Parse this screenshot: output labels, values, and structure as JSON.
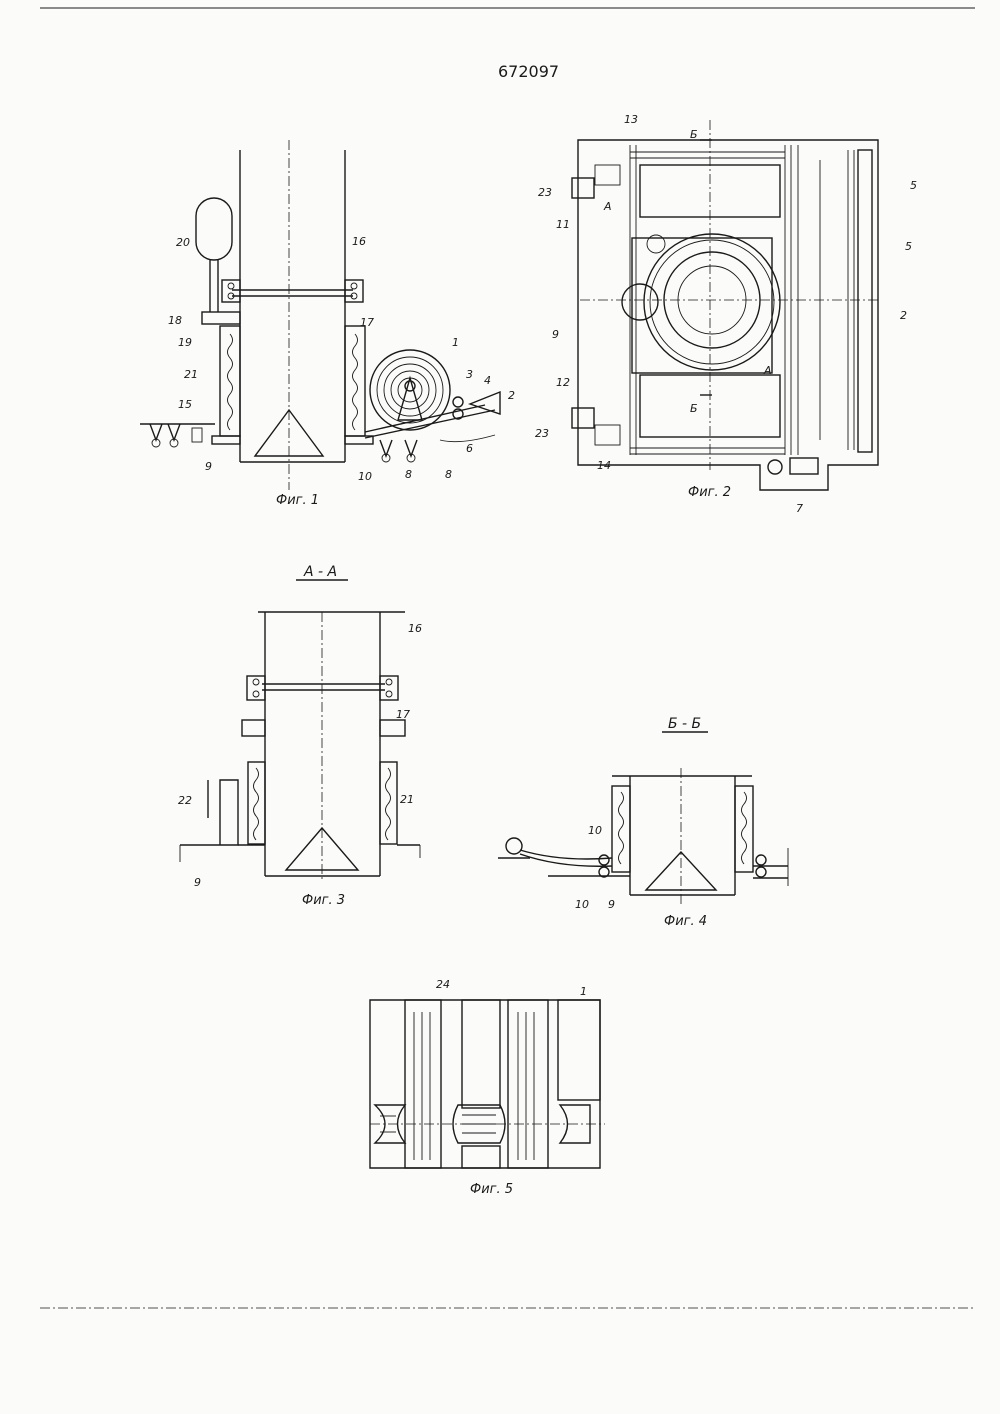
{
  "document": {
    "patent_number": "672097"
  },
  "figures": {
    "fig1": {
      "caption": "Фиг. 1",
      "callouts": [
        "20",
        "16",
        "18",
        "19",
        "17",
        "1",
        "3",
        "4",
        "2",
        "21",
        "15",
        "6",
        "9",
        "10",
        "8",
        "8"
      ]
    },
    "fig2": {
      "caption": "Фиг. 2",
      "callouts": [
        "13",
        "Б",
        "23",
        "А",
        "5",
        "5",
        "11",
        "2",
        "9",
        "12",
        "Б",
        "А",
        "23",
        "14",
        "7"
      ]
    },
    "fig3": {
      "caption": "Фиг. 3",
      "section_label": "А - А",
      "callouts": [
        "16",
        "17",
        "22",
        "21",
        "9"
      ]
    },
    "fig4": {
      "caption": "Фиг. 4",
      "section_label": "Б - Б",
      "callouts": [
        "10",
        "10",
        "9"
      ]
    },
    "fig5": {
      "caption": "Фиг. 5",
      "callouts": [
        "24",
        "1"
      ]
    }
  }
}
